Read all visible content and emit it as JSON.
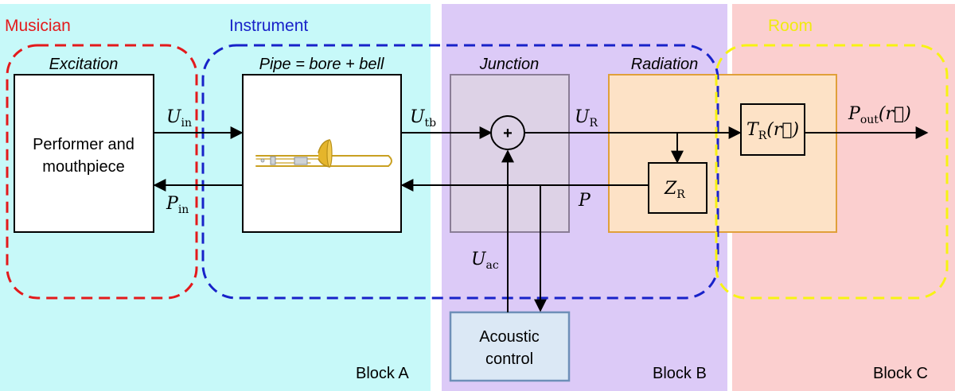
{
  "groups": {
    "musician": "Musician",
    "instrument": "Instrument",
    "room": "Room"
  },
  "blocks": {
    "a": "Block A",
    "b": "Block B",
    "c": "Block C"
  },
  "boxes": {
    "excitation_title": "Excitation",
    "performer_line1": "Performer and",
    "performer_line2": "mouthpiece",
    "pipe_title": "Pipe = bore + bell",
    "junction_title": "Junction",
    "radiation_title": "Radiation",
    "sum_symbol": "+",
    "acoustic_line1": "Acoustic",
    "acoustic_line2": "control"
  },
  "signals": {
    "u_in": {
      "main": "U",
      "sub": "in"
    },
    "p_in": {
      "main": "P",
      "sub": "in"
    },
    "u_tb": {
      "main": "U",
      "sub": "tb"
    },
    "u_r": {
      "main": "U",
      "sub": "R"
    },
    "p": {
      "main": "P"
    },
    "z_r": {
      "main": "Z",
      "sub": "R"
    },
    "t_r": {
      "main": "T",
      "sub": "R",
      "arg": "(r⃗)"
    },
    "p_out": {
      "main": "P",
      "sub": "out",
      "arg": "(r⃗)"
    },
    "u_ac": {
      "main": "U",
      "sub": "ac"
    }
  },
  "colors": {
    "block_a_bg": "#c7f9f9",
    "block_b_bg": "#dccaf7",
    "block_c_bg": "#fbcfcf",
    "musician": "#e31a1c",
    "instrument": "#1822c9",
    "room": "#f7f312",
    "junction_fill": "#ddd2e6",
    "radiation_fill": "#fde2c6",
    "radiation_stroke": "#e0a03a",
    "acoustic_fill": "#dbe8f5",
    "acoustic_stroke": "#6e8fb8"
  },
  "icons": {
    "trombone": "trombone-icon"
  }
}
